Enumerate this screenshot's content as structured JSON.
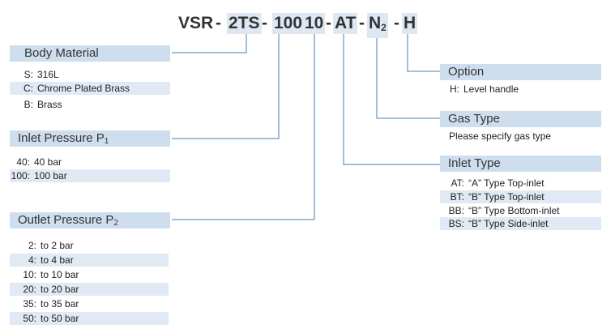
{
  "code": {
    "prefix": "VSR",
    "s1": "2TS",
    "s2": "100",
    "s3": "10",
    "s4": "AT",
    "s5_main": "N",
    "s5_sub": "2",
    "s6": "H",
    "dash": "-"
  },
  "body_material": {
    "title": "Body Material",
    "rows": [
      {
        "key": "S:",
        "value": "316L"
      },
      {
        "key": "C:",
        "value": "Chrome Plated Brass"
      },
      {
        "key": "B:",
        "value": "Brass"
      }
    ]
  },
  "inlet_pressure": {
    "title": "Inlet Pressure P",
    "title_sub": "1",
    "rows": [
      {
        "key": "40:",
        "value": "40 bar"
      },
      {
        "key": "100:",
        "value": "100 bar"
      }
    ]
  },
  "outlet_pressure": {
    "title": "Outlet Pressure P",
    "title_sub": "2",
    "rows": [
      {
        "key": "2:",
        "value": "to 2 bar"
      },
      {
        "key": "4:",
        "value": "to 4 bar"
      },
      {
        "key": "10:",
        "value": "to 10 bar"
      },
      {
        "key": "20:",
        "value": "to 20 bar"
      },
      {
        "key": "35:",
        "value": "to 35 bar"
      },
      {
        "key": "50:",
        "value": "to 50 bar"
      }
    ]
  },
  "option": {
    "title": "Option",
    "rows": [
      {
        "key": "H:",
        "value": "Level handle"
      }
    ]
  },
  "gas_type": {
    "title": "Gas Type",
    "rows": [
      {
        "key": "",
        "value": "Please specify gas type"
      }
    ]
  },
  "inlet_type": {
    "title": "Inlet Type",
    "rows": [
      {
        "key": "AT:",
        "value": "“A” Type Top-inlet"
      },
      {
        "key": "BT:",
        "value": "“B” Type Top-inlet"
      },
      {
        "key": "BB:",
        "value": "“B” Type Bottom-inlet"
      },
      {
        "key": "BS:",
        "value": "“B” Type Side-inlet"
      }
    ]
  },
  "colors": {
    "header_fill": "#cfdeee",
    "row_fill": "#e0e9f4",
    "line": "#4a7fb8"
  }
}
